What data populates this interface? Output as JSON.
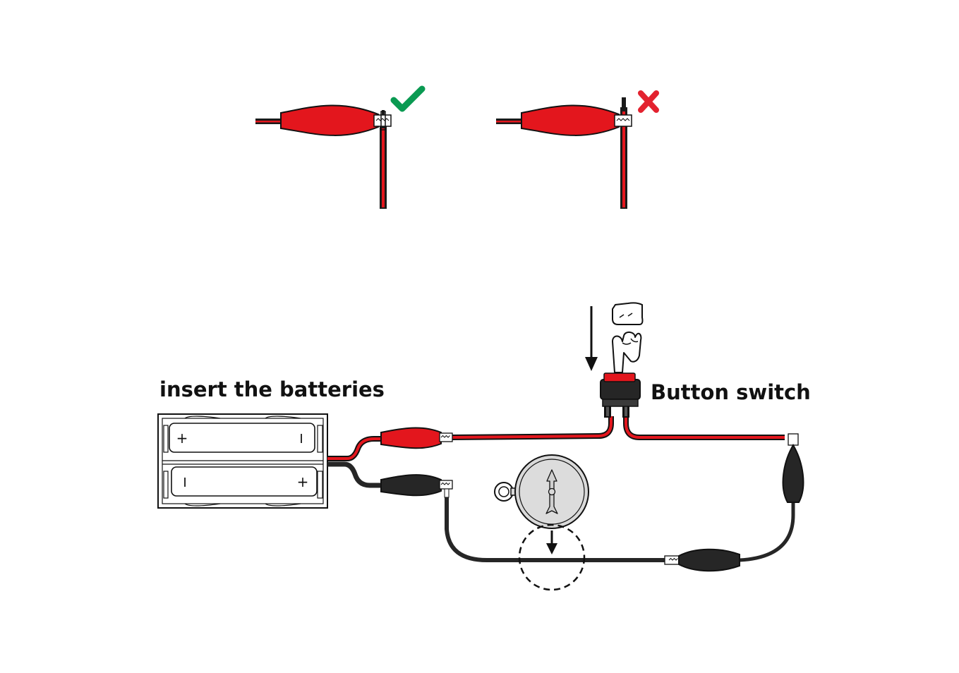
{
  "labels": {
    "batteries": "insert the batteries",
    "switch": "Button switch"
  },
  "battery_polarity": {
    "top_left": "+",
    "top_right": "I",
    "bottom_left": "I",
    "bottom_right": "+"
  },
  "icons": {
    "correct": "check-icon",
    "incorrect": "cross-icon",
    "hand": "pointing-hand-icon",
    "press": "arrow-down-icon",
    "compass": "compass-icon"
  },
  "colors": {
    "red_wire": "#e3161d",
    "black_wire": "#262626",
    "correct": "#0a9a52",
    "incorrect": "#e3222f",
    "compass_face": "#d9d9d9"
  }
}
